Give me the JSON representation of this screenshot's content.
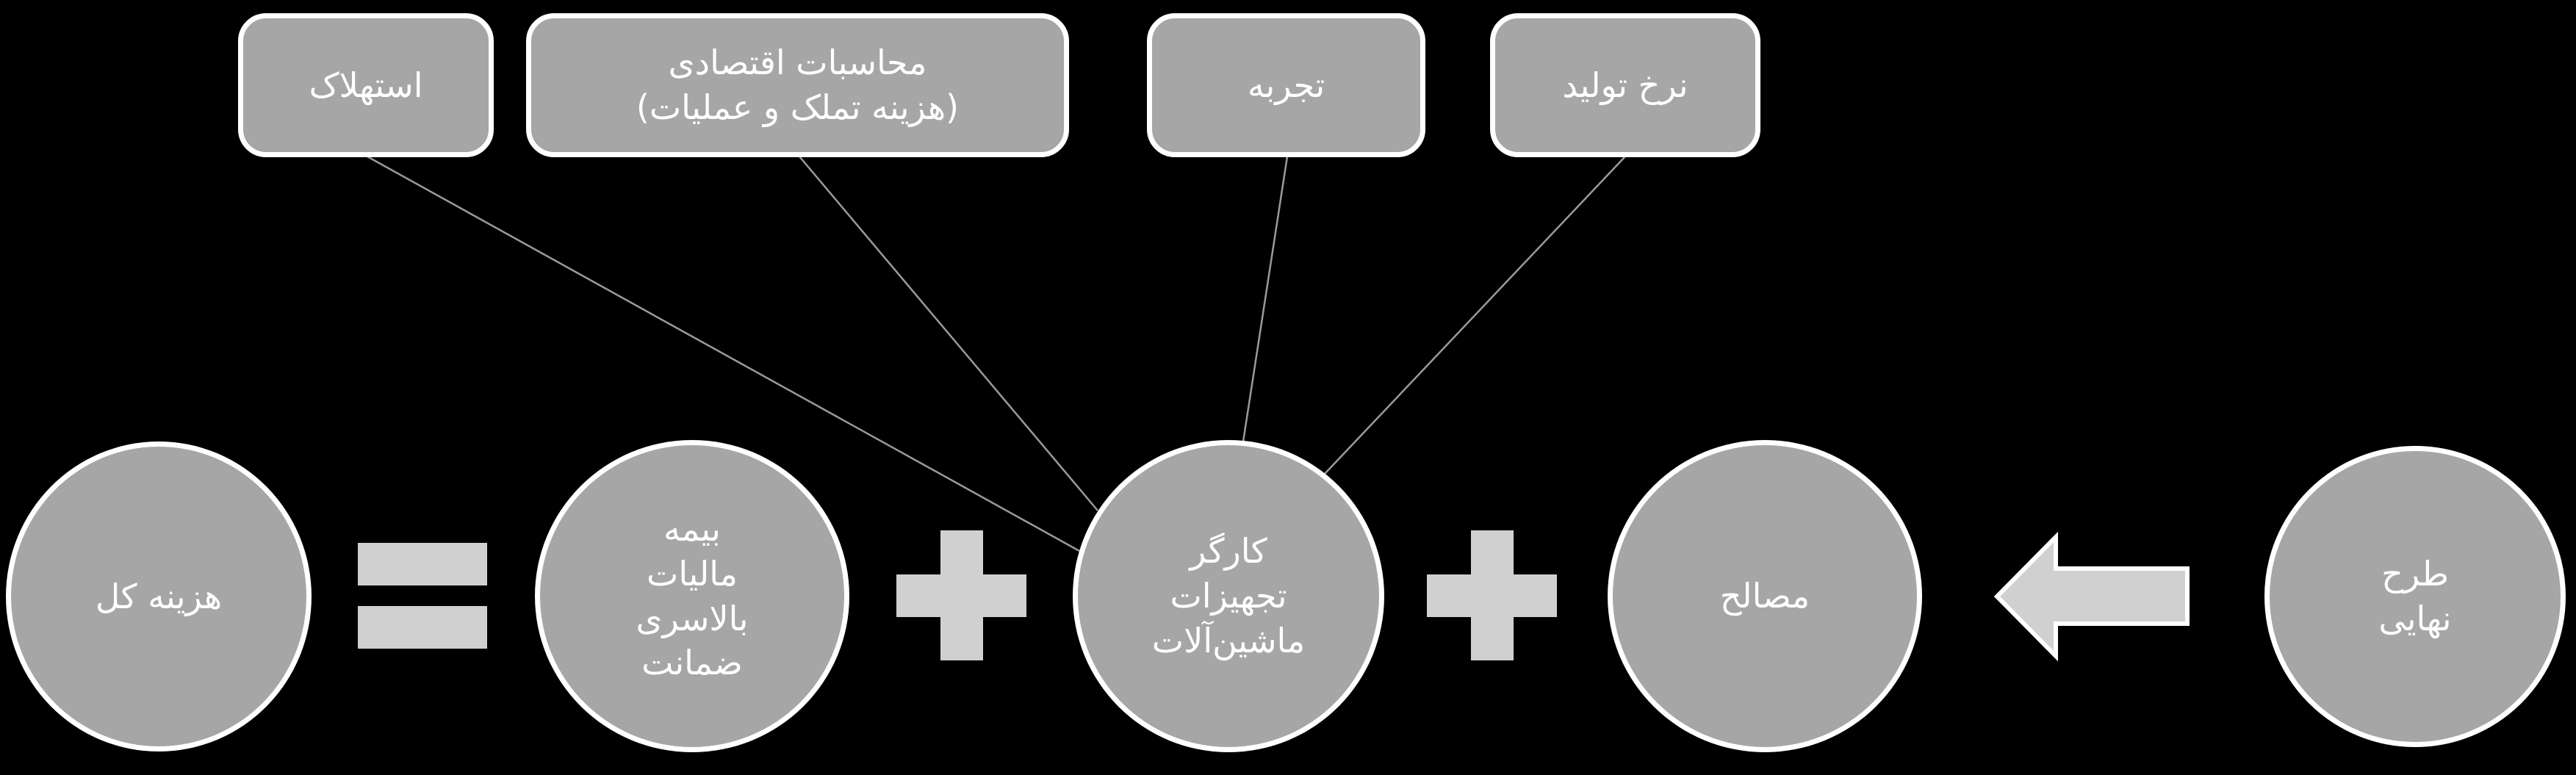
{
  "colors": {
    "background": "#000000",
    "shape_fill": "#a6a6a6",
    "shape_outline": "#ffffff",
    "operator_fill": "#d0d0d0",
    "connector_line": "#9a9a9a",
    "label_text": "#ffffff"
  },
  "top_factors": [
    {
      "name": "depreciation",
      "label": "استهلاک"
    },
    {
      "name": "economic-calculations",
      "label": "محاسبات اقتصادی\n(هزینه تملک و عملیات)"
    },
    {
      "name": "experience",
      "label": "تجربه"
    },
    {
      "name": "production-rate",
      "label": "نرخ تولید"
    }
  ],
  "equation": {
    "total_cost": {
      "label": "هزینه کل"
    },
    "overhead_group": {
      "label": "بیمه\nمالیات\nبالاسری\nضمانت"
    },
    "labor_group": {
      "label": "کارگر\nتجهیزات\nماشین‌آلات"
    },
    "materials": {
      "label": "مصالح"
    },
    "final_design": {
      "label": "طرح\nنهایی"
    }
  },
  "operators": {
    "equals": "=",
    "plus_1": "+",
    "plus_2": "+",
    "arrow_direction": "left"
  }
}
